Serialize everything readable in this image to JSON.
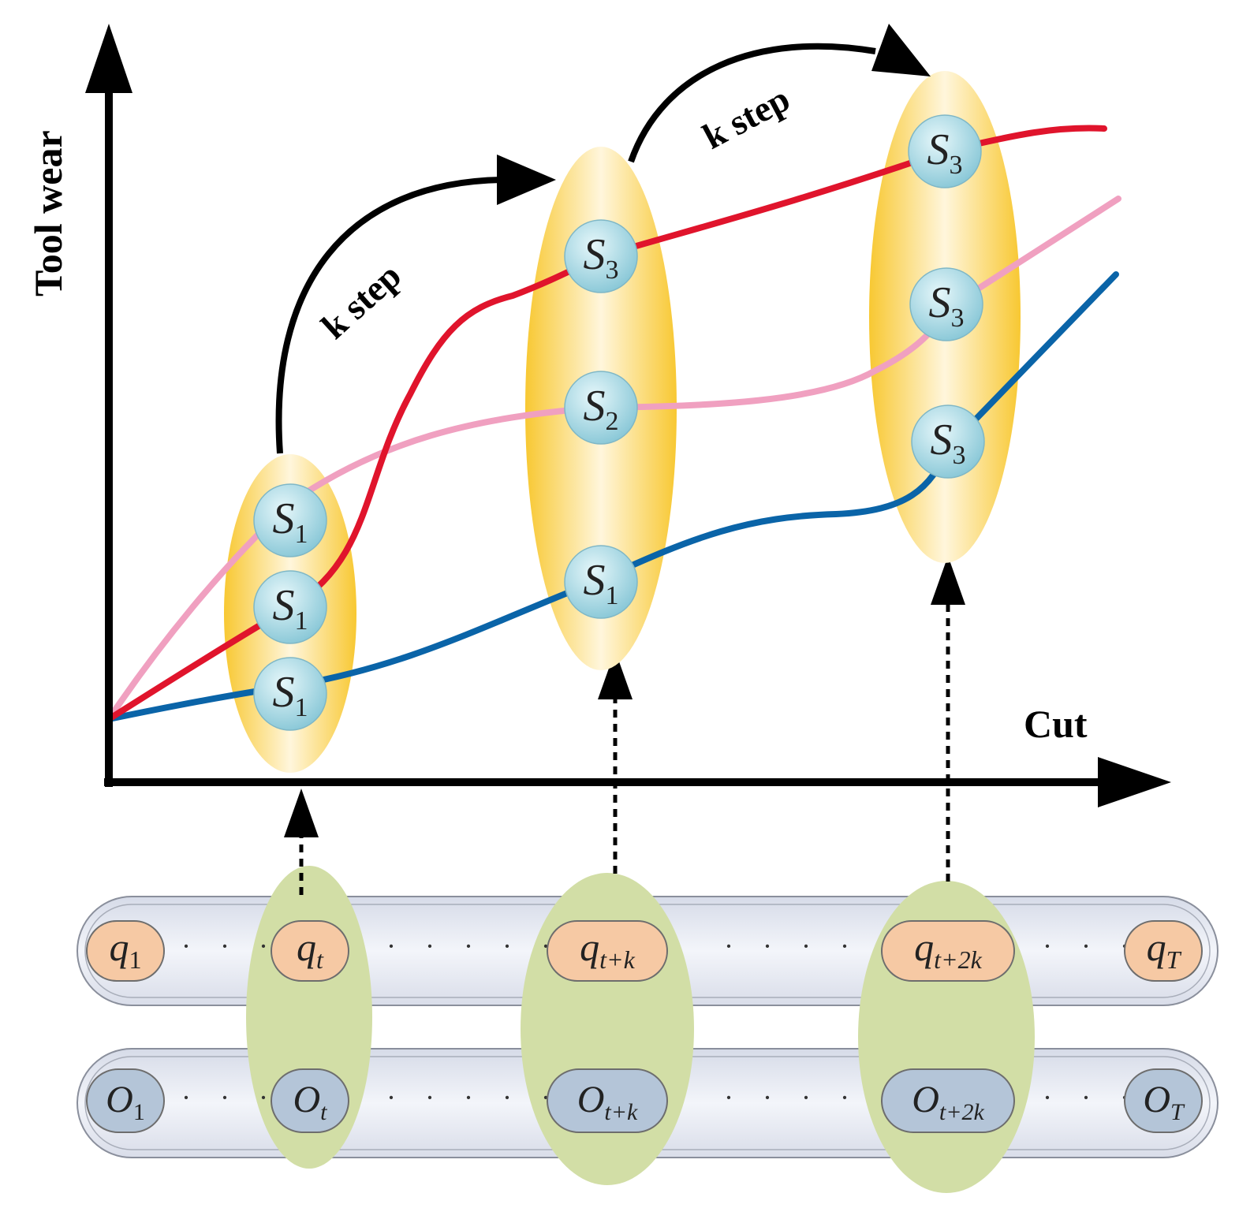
{
  "axes": {
    "y_label": "Tool wear",
    "x_label": "Cut"
  },
  "transitions": [
    {
      "label": "k step"
    },
    {
      "label": "k step"
    }
  ],
  "state_nodes": [
    {
      "main": "S",
      "sub": "1"
    },
    {
      "main": "S",
      "sub": "1"
    },
    {
      "main": "S",
      "sub": "1"
    },
    {
      "main": "S",
      "sub": "3"
    },
    {
      "main": "S",
      "sub": "2"
    },
    {
      "main": "S",
      "sub": "1"
    },
    {
      "main": "S",
      "sub": "3"
    },
    {
      "main": "S",
      "sub": "3"
    },
    {
      "main": "S",
      "sub": "3"
    }
  ],
  "hidden_row": [
    {
      "main": "q",
      "sub": "1"
    },
    {
      "main": "q",
      "sub": "t"
    },
    {
      "main": "q",
      "sub": "t+k"
    },
    {
      "main": "q",
      "sub": "t+2k"
    },
    {
      "main": "q",
      "sub": "T"
    }
  ],
  "observed_row": [
    {
      "main": "O",
      "sub": "1"
    },
    {
      "main": "O",
      "sub": "t"
    },
    {
      "main": "O",
      "sub": "t+k"
    },
    {
      "main": "O",
      "sub": "t+2k"
    },
    {
      "main": "O",
      "sub": "T"
    }
  ],
  "colors": {
    "red_curve": "#e0142c",
    "pink_curve": "#f0a0c0",
    "blue_curve": "#0a64a8",
    "state_ellipse": "#f8cf44",
    "node_fill": "#9fd6e0",
    "hidden_node": "#f6c9a4",
    "observed_node": "#b4c5d8",
    "group_ellipse": "#d2dea6",
    "row_bar": "#dde1ec"
  }
}
